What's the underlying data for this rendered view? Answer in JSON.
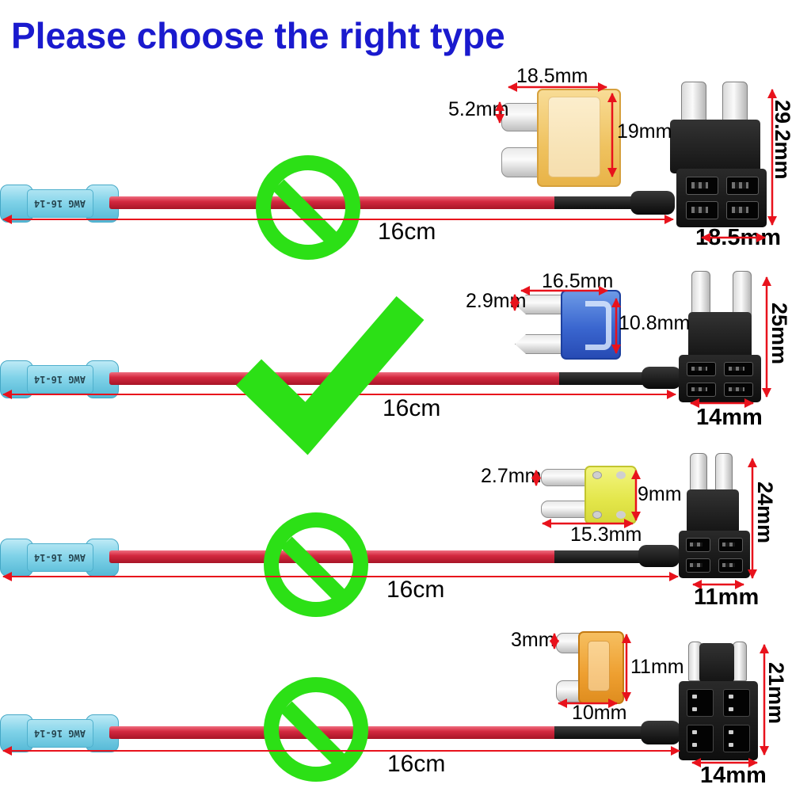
{
  "title": {
    "text": "Please choose the right type",
    "color": "#1a1ace"
  },
  "colors": {
    "verdict_green": "#2ce016",
    "dimension_red": "#e8121c",
    "wire_red": "#d42940",
    "connector_blue": "#86d5ea",
    "fuse_ato_amber": "#efc25f",
    "fuse_mini_blue": "#3a66cf",
    "fuse_low_profile_yellow": "#e3e64a",
    "fuse_micro2_orange": "#ee9f30"
  },
  "icons": {
    "not_allowed": "prohibition-circle-slash",
    "allowed": "check-mark"
  },
  "rows": [
    {
      "name": "standard-ato-fuse-tap",
      "verdict": "not-compatible",
      "verdict_icon": "prohibition-icon",
      "connector": {
        "label": "AWG 16-14"
      },
      "wire": {
        "length": "16cm"
      },
      "fuse": {
        "width": "18.5mm",
        "tab_height": "5.2mm",
        "height": "19mm"
      },
      "holder": {
        "height": "29.2mm",
        "width": "18.5mm"
      }
    },
    {
      "name": "mini-fuse-tap",
      "verdict": "compatible",
      "verdict_icon": "check-icon",
      "connector": {
        "label": "AWG 16-14"
      },
      "wire": {
        "length": "16cm"
      },
      "fuse": {
        "width": "16.5mm",
        "tab_height": "2.9mm",
        "height": "10.8mm"
      },
      "holder": {
        "height": "25mm",
        "width": "14mm"
      }
    },
    {
      "name": "low-profile-mini-fuse-tap",
      "verdict": "not-compatible",
      "verdict_icon": "prohibition-icon",
      "connector": {
        "label": "AWG 16-14"
      },
      "wire": {
        "length": "16cm"
      },
      "fuse": {
        "tab_height": "2.7mm",
        "height": "9mm",
        "width": "15.3mm"
      },
      "holder": {
        "height": "24mm",
        "width": "11mm"
      }
    },
    {
      "name": "micro2-fuse-tap",
      "verdict": "not-compatible",
      "verdict_icon": "prohibition-icon",
      "connector": {
        "label": "AWG 16-14"
      },
      "wire": {
        "length": "16cm"
      },
      "fuse": {
        "tab_height": "3mm",
        "height": "11mm",
        "width": "10mm"
      },
      "holder": {
        "height": "21mm",
        "width": "14mm"
      }
    }
  ]
}
